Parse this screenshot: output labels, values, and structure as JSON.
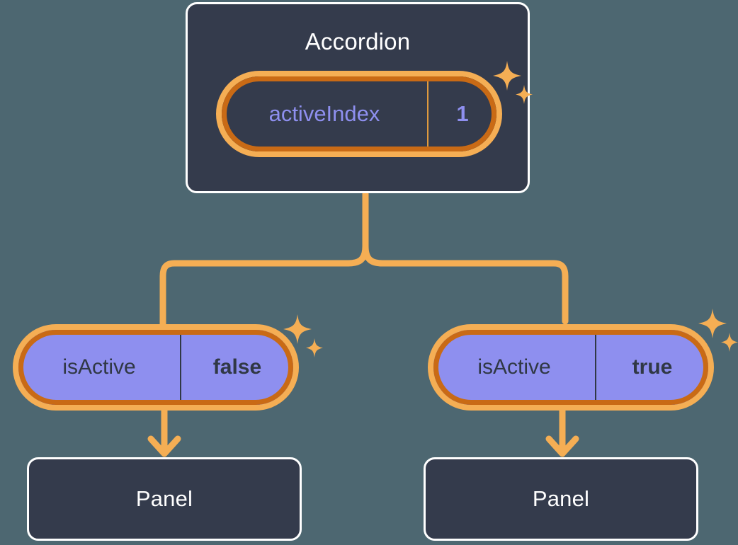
{
  "diagram": {
    "type": "component-state-tree",
    "background_color": "#4d6771",
    "accent_color": "#f5ae54",
    "accent_dark_color": "#c96a15",
    "node_fill_color": "#343b4c",
    "state_fill_color": "#8e8fef",
    "root": {
      "title": "Accordion",
      "state": {
        "key": "activeIndex",
        "value": "1"
      }
    },
    "branches": [
      {
        "state": {
          "key": "isActive",
          "value": "false"
        },
        "child": {
          "title": "Panel"
        }
      },
      {
        "state": {
          "key": "isActive",
          "value": "true"
        },
        "child": {
          "title": "Panel"
        }
      }
    ],
    "icons": {
      "sparkle": "sparkle-icon",
      "arrow": "arrow-down-icon"
    }
  }
}
